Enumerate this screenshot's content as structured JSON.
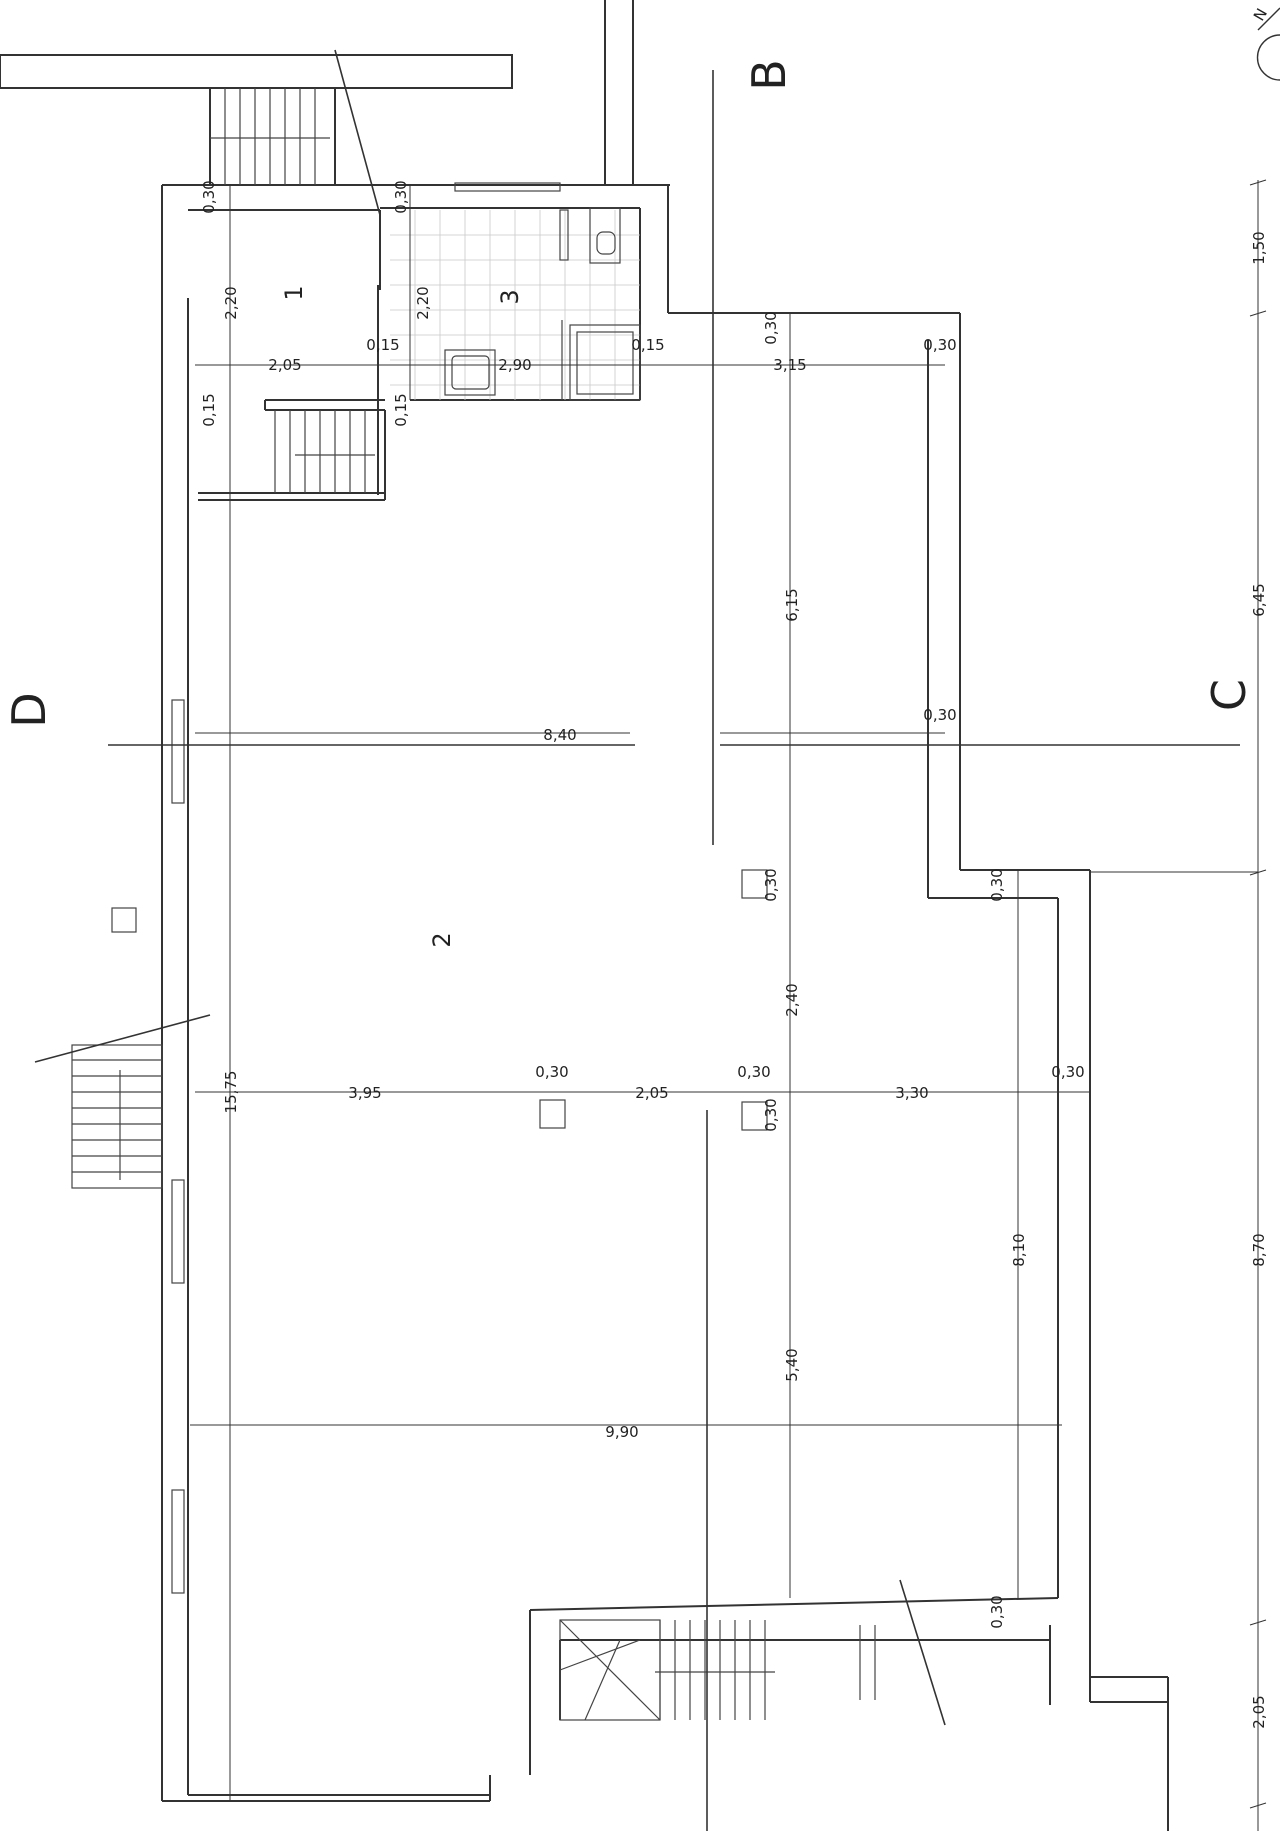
{
  "rooms": [
    "1",
    "2",
    "3"
  ],
  "section_labels": {
    "b": "B",
    "c": "C",
    "d": "D"
  },
  "dimensions": {
    "d_0_30": "0,30",
    "d_2_20": "2,20",
    "d_0_15": "0,15",
    "d_2_05": "2,05",
    "d_2_90": "2,90",
    "d_3_15": "3,15",
    "d_6_15": "6,15",
    "d_8_40": "8,40",
    "d_2_40": "2,40",
    "d_3_95": "3,95",
    "d_3_30": "3,30",
    "d_15_75": "15,75",
    "d_8_10": "8,10",
    "d_5_40": "5,40",
    "d_9_90": "9,90",
    "d_1_50": "1,50",
    "d_6_45": "6,45",
    "d_8_70": "8,70"
  },
  "north_label": "N"
}
